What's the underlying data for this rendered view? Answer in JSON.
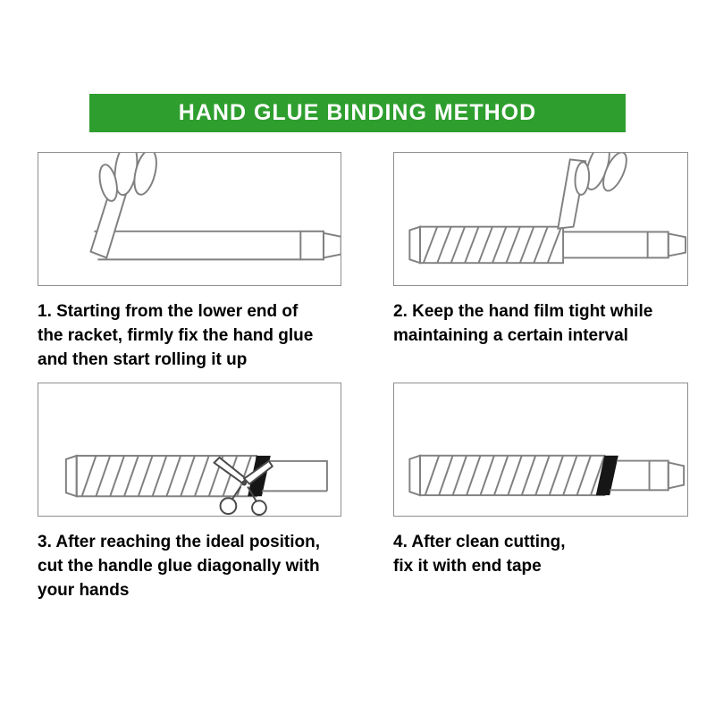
{
  "banner": {
    "title": "HAND GLUE BINDING METHOD",
    "background_color": "#2e9e2e",
    "text_color": "#ffffff"
  },
  "artwork": {
    "line_color": "#808080",
    "end_tape_color": "#161616",
    "panel_border_color": "#8f8f8f"
  },
  "steps": [
    {
      "number": "1",
      "alt": "Hand fixing the grip tape at the lower end of the racket handle",
      "lines": [
        "1. Starting from the lower end of",
        "the racket, firmly fix the hand glue",
        "and then start rolling it up"
      ]
    },
    {
      "number": "2",
      "alt": "Hand pulling the grip tape tight while wrapping it spirally up the handle",
      "lines": [
        "2. Keep the hand film tight while",
        "maintaining a certain interval"
      ]
    },
    {
      "number": "3",
      "alt": "Scissors cutting the wrapped grip tape diagonally at the ideal position",
      "lines": [
        "3. After reaching the ideal position,",
        "cut the handle glue diagonally with",
        "your hands"
      ]
    },
    {
      "number": "4",
      "alt": "Finished wrapped handle fixed with a black end tape",
      "lines": [
        "4. After clean cutting,",
        "fix it with end tape"
      ]
    }
  ]
}
